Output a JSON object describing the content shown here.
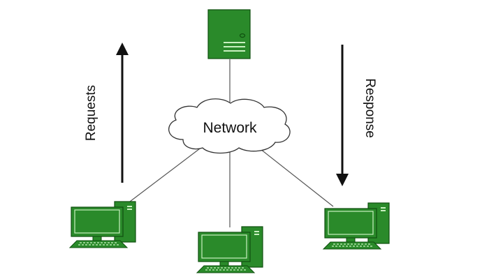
{
  "diagram": {
    "title": "Client-Server Network",
    "cloud_label": "Network",
    "left_arrow_label": "Requests",
    "right_arrow_label": "Response",
    "nodes": [
      {
        "id": "server",
        "type": "server"
      },
      {
        "id": "client-left",
        "type": "desktop-computer"
      },
      {
        "id": "client-center",
        "type": "desktop-computer"
      },
      {
        "id": "client-right",
        "type": "desktop-computer"
      }
    ],
    "edges": [
      {
        "from": "server",
        "to": "network"
      },
      {
        "from": "network",
        "to": "client-left"
      },
      {
        "from": "network",
        "to": "client-center"
      },
      {
        "from": "network",
        "to": "client-right"
      }
    ],
    "colors": {
      "device_fill": "#2a8a2a",
      "device_stroke": "#0f4f0f",
      "device_highlight": "#c9f0c0",
      "line": "#555555",
      "arrow": "#111111"
    }
  }
}
